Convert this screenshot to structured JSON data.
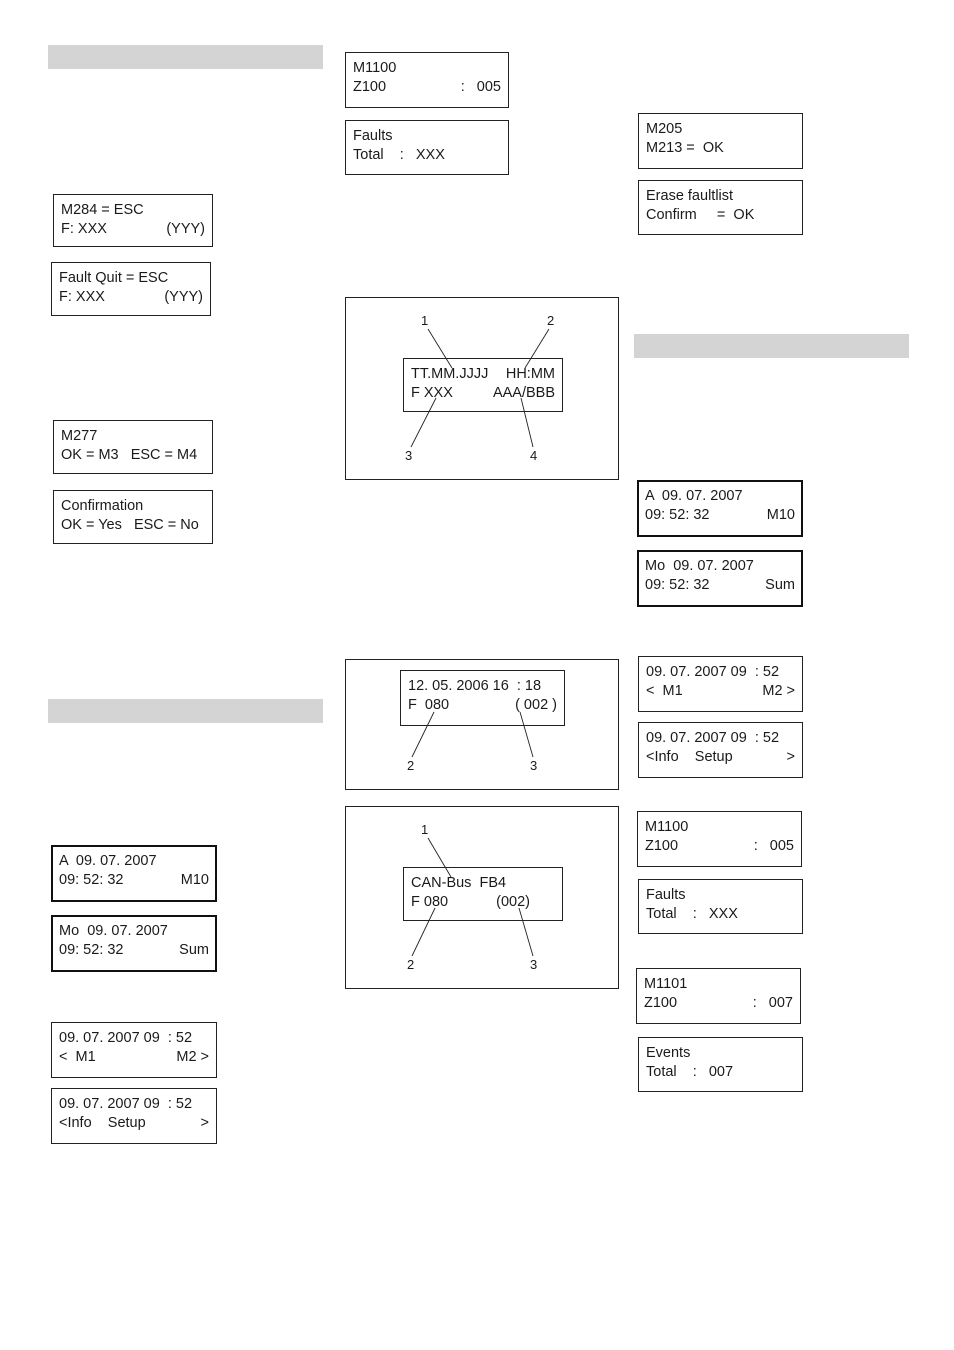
{
  "left": {
    "m284": {
      "l1": "M284 = ESC",
      "l2a": "F: XXX",
      "l2b": "(YYY)"
    },
    "fault_quit": {
      "l1": "Fault Quit = ESC",
      "l2a": "F: XXX",
      "l2b": "(YYY)"
    },
    "m277": {
      "l1": "M277",
      "l2": "OK = M3   ESC = M4"
    },
    "confirmation": {
      "l1": "Confirmation",
      "l2": "OK = Yes   ESC = No"
    },
    "a_date": {
      "l1": "A  09. 07. 2007",
      "l2a": "09: 52: 32",
      "l2b": "M10"
    },
    "mo_date": {
      "l1": "Mo  09. 07. 2007",
      "l2a": "09: 52: 32",
      "l2b": "Sum"
    },
    "menu_m": {
      "l1": "09. 07. 2007 09  : 52",
      "l2a": "<  M1",
      "l2b": "M2 >"
    },
    "menu_info": {
      "l1": "09. 07. 2007 09  : 52",
      "l2a": "<Info    Setup",
      "l2b": ">"
    }
  },
  "middle": {
    "m1100": {
      "l1": "M1100",
      "l2a": "Z100",
      "l2b": ":   005"
    },
    "faults": {
      "l1": "Faults",
      "l2": "Total    :   XXX"
    },
    "diagram1": {
      "l1a": "TT.MM.JJJJ",
      "l1b": "HH:MM",
      "l2a": "F XXX",
      "l2b": "AAA/BBB",
      "c1": "1",
      "c2": "2",
      "c3": "3",
      "c4": "4"
    },
    "diagram2": {
      "l1": "12. 05. 2006 16  : 18",
      "l2a": "F  080",
      "l2b": "( 002 )",
      "c2": "2",
      "c3": "3"
    },
    "diagram3": {
      "l1": "CAN-Bus  FB4",
      "l2a": "F 080",
      "l2b": "(002)",
      "c1": "1",
      "c2": "2",
      "c3": "3"
    }
  },
  "right": {
    "m205": {
      "l1": "M205",
      "l2": "M213 =  OK"
    },
    "erase": {
      "l1": "Erase faultlist",
      "l2": "Confirm     =  OK"
    },
    "a_date": {
      "l1": "A  09. 07. 2007",
      "l2a": "09: 52: 32",
      "l2b": "M10"
    },
    "mo_date": {
      "l1": "Mo  09. 07. 2007",
      "l2a": "09: 52: 32",
      "l2b": "Sum"
    },
    "menu_m": {
      "l1": "09. 07. 2007 09  : 52",
      "l2a": "<  M1",
      "l2b": "M2 >"
    },
    "menu_info": {
      "l1": "09. 07. 2007 09  : 52",
      "l2a": "<Info    Setup",
      "l2b": ">"
    },
    "m1100": {
      "l1": "M1100",
      "l2a": "Z100",
      "l2b": ":   005"
    },
    "faults": {
      "l1": "Faults",
      "l2": "Total    :   XXX"
    },
    "m1101": {
      "l1": "M1101",
      "l2a": "Z100",
      "l2b": ":   007"
    },
    "events": {
      "l1": "Events",
      "l2": "Total    :   007"
    }
  }
}
